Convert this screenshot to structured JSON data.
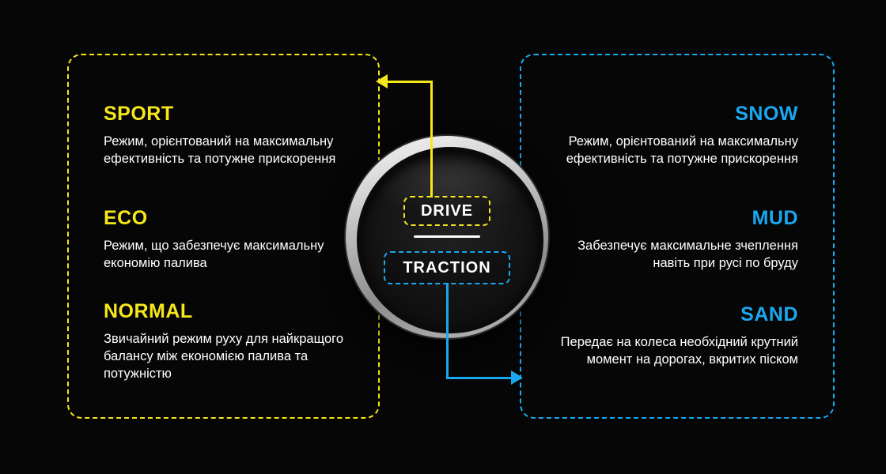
{
  "left_panel": {
    "accent": "#f6e71b",
    "items": [
      {
        "label": "SPORT",
        "desc": "Режим, орієнтований на максимальну ефективність та потужне прискорення"
      },
      {
        "label": "ECO",
        "desc": "Режим, що забезпечує максимальну економію палива"
      },
      {
        "label": "NORMAL",
        "desc": "Звичайний режим руху для найкращого балансу між економією палива та потужністю"
      }
    ]
  },
  "right_panel": {
    "accent": "#1aa7f0",
    "items": [
      {
        "label": "SNOW",
        "desc": "Режим, орієнтований на максимальну ефективність та потужне прискорення"
      },
      {
        "label": "MUD",
        "desc": "Забезпечує максимальне зчеплення навіть при русі по бруду"
      },
      {
        "label": "SAND",
        "desc": "Передає на колеса необхідний крутний момент на дорогах, вкритих піском"
      }
    ]
  },
  "knob": {
    "drive_label": "DRIVE",
    "traction_label": "TRACTION"
  }
}
